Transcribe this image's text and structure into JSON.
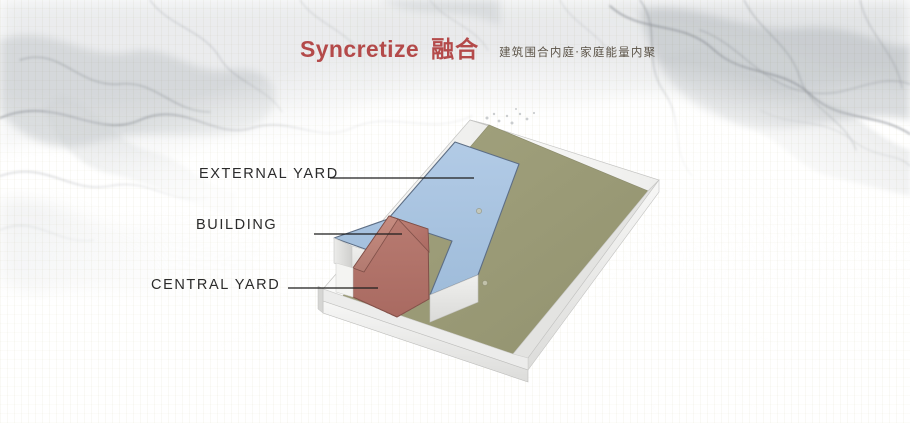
{
  "header": {
    "title_en": "Syncretize",
    "title_cn": "融合",
    "subtitle": "建筑围合内庭·家庭能量内聚",
    "accent_color": "#b44a4a"
  },
  "annotations": [
    {
      "id": "external-yard",
      "label": "EXTERNAL YARD"
    },
    {
      "id": "building",
      "label": "BUILDING"
    },
    {
      "id": "central-yard",
      "label": "CENTRAL YARD"
    }
  ],
  "diagram": {
    "type": "isometric-massing-model",
    "colors": {
      "external_yard_green": "#9a9a77",
      "building_blue": "#a8c4e0",
      "central_yard_red": "#b5736a",
      "tray_wall_light": "#f2f2f0",
      "tray_wall_shade": "#d8d8d6",
      "outline": "#4a5360",
      "leader_line": "#1d1d1d"
    },
    "elements": [
      "tray-base",
      "external-yard-surface",
      "building-volume",
      "central-yard-volume",
      "tree-marker",
      "tree-marker"
    ]
  },
  "background": {
    "style": "ink-wash-marble",
    "base_color": "#ffffff",
    "vein_color": "#9a9a9a"
  }
}
